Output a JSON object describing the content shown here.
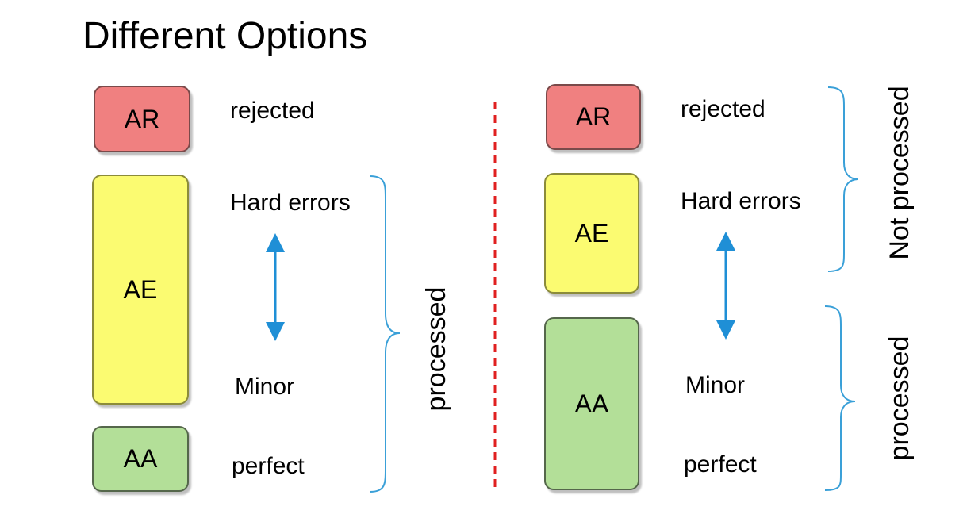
{
  "title": "Different Options",
  "left": {
    "boxes": {
      "ar": "AR",
      "ae": "AE",
      "aa": "AA"
    },
    "labels": {
      "rejected": "rejected",
      "hard": "Hard errors",
      "minor": "Minor",
      "perfect": "perfect"
    },
    "brace_label": "processed"
  },
  "right": {
    "boxes": {
      "ar": "AR",
      "ae": "AE",
      "aa": "AA"
    },
    "labels": {
      "rejected": "rejected",
      "hard": "Hard errors",
      "minor": "Minor",
      "perfect": "perfect"
    },
    "brace_top_label": "Not processed",
    "brace_bottom_label": "processed"
  },
  "colors": {
    "ar": "#f08080",
    "ae": "#fbfb71",
    "aa": "#b3df98",
    "arrow": "#1f8fd6",
    "brace": "#3aa0d8",
    "divider": "#e02020"
  }
}
